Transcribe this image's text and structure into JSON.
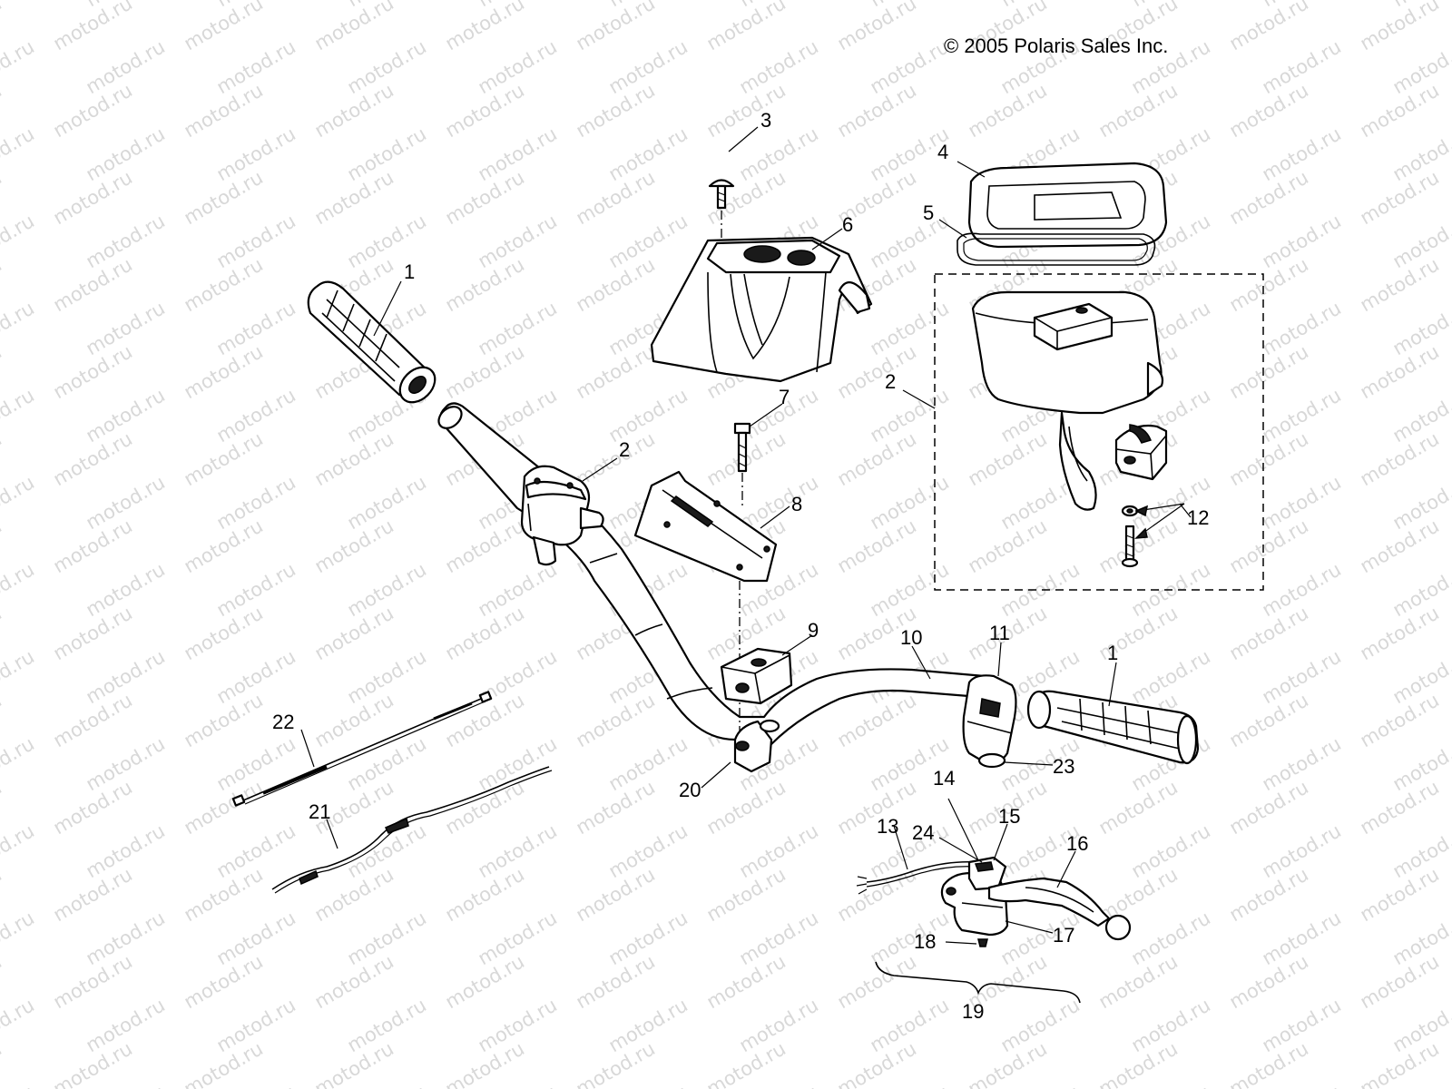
{
  "copyright": "© 2005 Polaris Sales Inc.",
  "watermark": "motod.ru",
  "callouts": [
    {
      "id": "1a",
      "label": "1"
    },
    {
      "id": "1b",
      "label": "1"
    },
    {
      "id": "2a",
      "label": "2"
    },
    {
      "id": "2b",
      "label": "2"
    },
    {
      "id": "3",
      "label": "3"
    },
    {
      "id": "4",
      "label": "4"
    },
    {
      "id": "5",
      "label": "5"
    },
    {
      "id": "6",
      "label": "6"
    },
    {
      "id": "7",
      "label": "7"
    },
    {
      "id": "8",
      "label": "8"
    },
    {
      "id": "9",
      "label": "9"
    },
    {
      "id": "10",
      "label": "10"
    },
    {
      "id": "11",
      "label": "11"
    },
    {
      "id": "12",
      "label": "12"
    },
    {
      "id": "13",
      "label": "13"
    },
    {
      "id": "14",
      "label": "14"
    },
    {
      "id": "15",
      "label": "15"
    },
    {
      "id": "16",
      "label": "16"
    },
    {
      "id": "17",
      "label": "17"
    },
    {
      "id": "18",
      "label": "18"
    },
    {
      "id": "19",
      "label": "19"
    },
    {
      "id": "20",
      "label": "20"
    },
    {
      "id": "21",
      "label": "21"
    },
    {
      "id": "22",
      "label": "22"
    },
    {
      "id": "23",
      "label": "23"
    },
    {
      "id": "24",
      "label": "24"
    }
  ]
}
